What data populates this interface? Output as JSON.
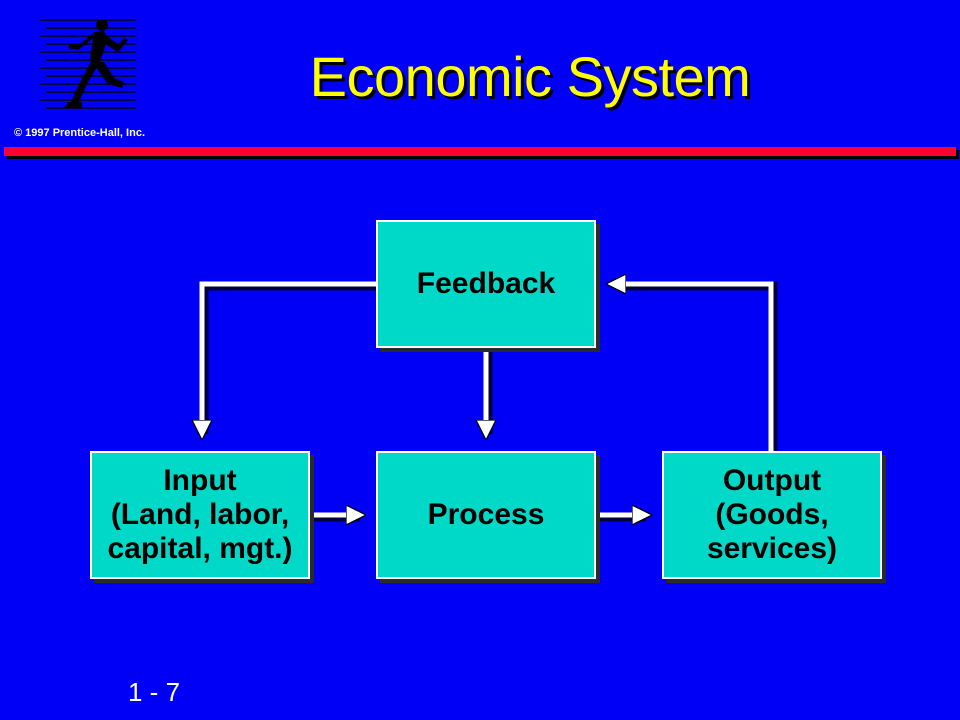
{
  "header": {
    "title": "Economic System",
    "copyright": "© 1997 Prentice-Hall, Inc."
  },
  "diagram": {
    "nodes": {
      "feedback": {
        "lines": [
          "Feedback"
        ]
      },
      "input": {
        "lines": [
          "Input",
          "(Land, labor,",
          "capital, mgt.)"
        ]
      },
      "process": {
        "lines": [
          "Process"
        ]
      },
      "output": {
        "lines": [
          "Output",
          "(Goods,",
          "services)"
        ]
      }
    },
    "edges": [
      {
        "from": "feedback",
        "to": "input"
      },
      {
        "from": "feedback",
        "to": "process"
      },
      {
        "from": "input",
        "to": "process"
      },
      {
        "from": "process",
        "to": "output"
      },
      {
        "from": "output",
        "to": "feedback"
      }
    ]
  },
  "footer": {
    "slide_number": "1 - 7"
  },
  "colors": {
    "background": "#0000f6",
    "title": "#ffff00",
    "rule": "#ff0033",
    "box_fill": "#00d9c8",
    "arrow": "#ffffff"
  },
  "icons": {
    "logo": "running-figure-logo-icon"
  }
}
